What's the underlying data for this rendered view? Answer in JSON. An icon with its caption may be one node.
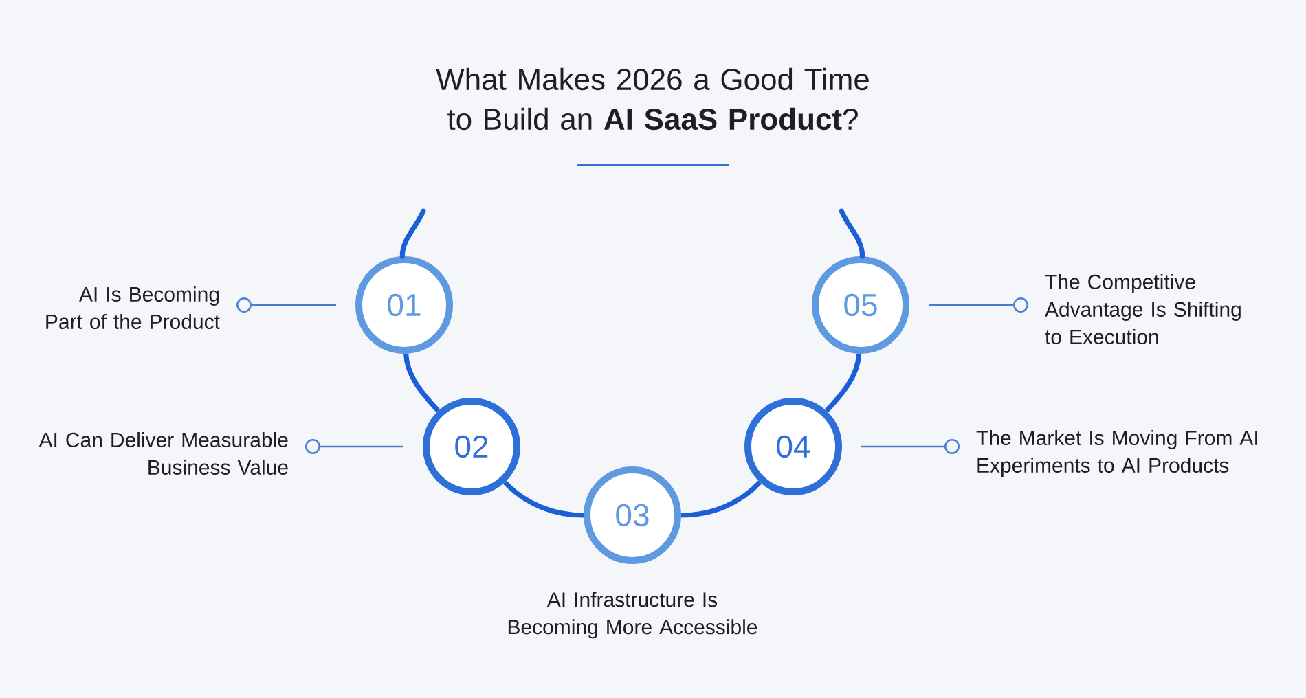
{
  "diagram": {
    "title": "What Makes 2026 a Good Time to Build an **AI SaaS Product**?",
    "nodes": [
      {
        "text": [
          "01"
        ]
      },
      {
        "text": [
          "02"
        ]
      },
      {
        "text": [
          "03"
        ],
        "beside": [
          "AI Infrastructure Is Becoming More Accessible"
        ]
      },
      {
        "text": [
          "04"
        ]
      },
      {
        "text": [
          "05"
        ]
      },
      {
        "text": [
          "AI Is Becoming Part of the Product"
        ]
      },
      {
        "text": [
          "AI Can Deliver Measurable Business Value"
        ]
      },
      {
        "text": [
          "The Competitive Advantage Is Shifting to Execution"
        ]
      },
      {
        "text": [
          "The Market Is Moving From AI Experiments to AI Products"
        ]
      }
    ],
    "edges": [
      {
        "from": null,
        "to": 0,
        "arrow": "none"
      },
      {
        "from": 0,
        "to": 1,
        "arrow": "none"
      },
      {
        "from": 1,
        "to": 2,
        "arrow": "none"
      },
      {
        "from": 2,
        "to": 3,
        "arrow": "none"
      },
      {
        "from": 3,
        "to": 4,
        "arrow": "none"
      },
      {
        "from": 4,
        "to": null,
        "arrow": "none"
      },
      {
        "from": 5,
        "to": 0,
        "arrow": "other"
      },
      {
        "from": 6,
        "to": 1,
        "arrow": "other"
      },
      {
        "from": 7,
        "to": 4,
        "arrow": "other"
      },
      {
        "from": 8,
        "to": 3,
        "arrow": "other"
      }
    ]
  }
}
